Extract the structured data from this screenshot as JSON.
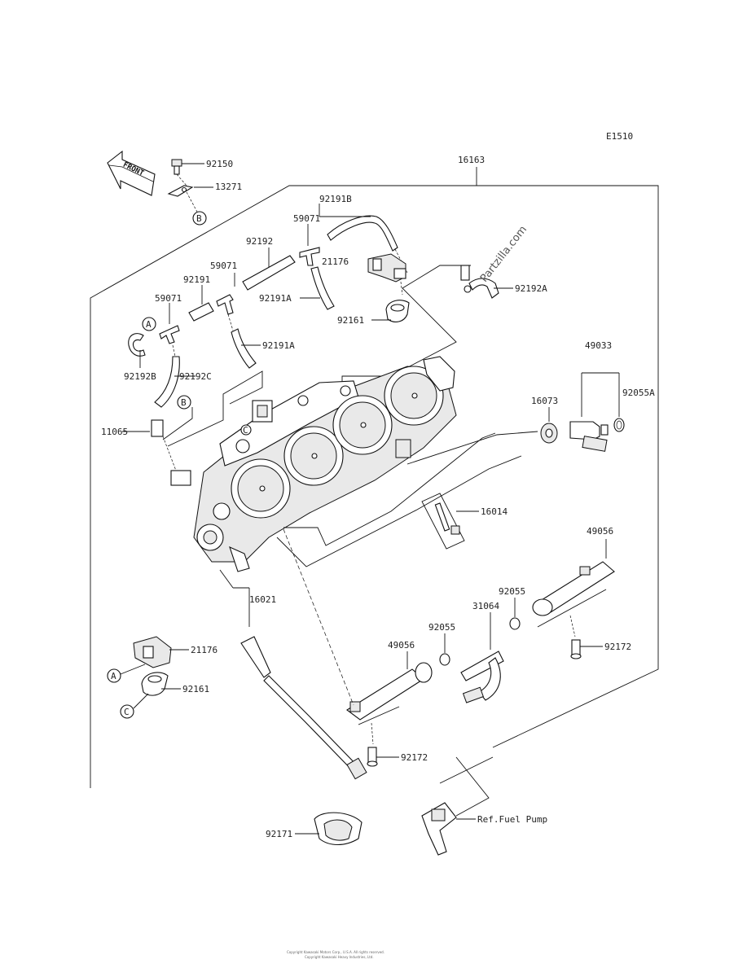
{
  "diagram": {
    "code": "E1510",
    "watermark": "Partzilla.com",
    "front_label": "FRONT",
    "callouts": {
      "A": "A",
      "B": "B",
      "C": "C"
    },
    "labels": {
      "p92150": "92150",
      "p13271": "13271",
      "p16163": "16163",
      "p92191B": "92191B",
      "p59071a": "59071",
      "p92192": "92192",
      "p59071b": "59071",
      "p21176a": "21176",
      "p92191": "92191",
      "p92191Aa": "92191A",
      "p92192A": "92192A",
      "p59071c": "59071",
      "p92161a": "92161",
      "p92191Ab": "92191A",
      "p92192B": "92192B",
      "p92192C": "92192C",
      "p49033": "49033",
      "p92055A": "92055A",
      "p16073": "16073",
      "p11065": "11065",
      "p16014": "16014",
      "p49056a": "49056",
      "p16021": "16021",
      "p92055a": "92055",
      "p31064": "31064",
      "p92055b": "92055",
      "p49056b": "49056",
      "p92172a": "92172",
      "p21176b": "21176",
      "p92161b": "92161",
      "p92172b": "92172",
      "p92171": "92171",
      "pFuelPump": "Ref.Fuel Pump"
    },
    "copyright_line1": "Copyright Kawasaki Motors Corp., U.S.A. All rights reserved.",
    "copyright_line2": "Copyright Kawasaki Heavy Industries, Ltd."
  }
}
